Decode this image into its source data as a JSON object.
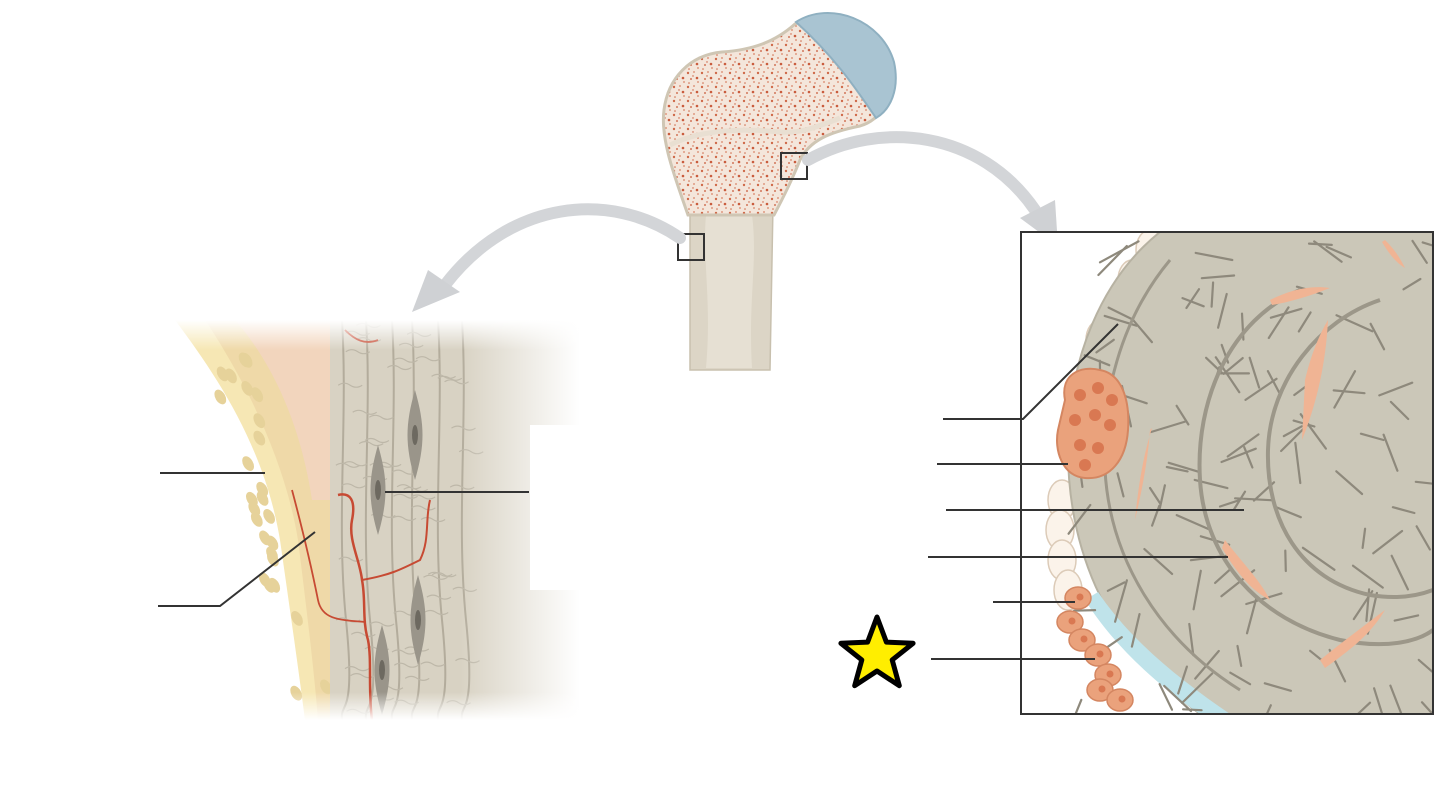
{
  "diagram": {
    "kind": "unlabeled-bone-histology",
    "colors": {
      "spongy_bone": "#f2e2d6",
      "marrow_speckle": "#cf6a4a",
      "articular_cartilage": "#a9c4d2",
      "compact_bone": "#dcd5c6",
      "periosteum": "#f5dfa0",
      "vessel": "#c74a33",
      "trabecula": "#c9c4b6",
      "osteoclast": "#e8a07a",
      "blue_membrane": "#bfe3ea",
      "leader_line": "#333333",
      "star_fill": "#ffee00",
      "star_stroke": "#000000"
    },
    "left_inset_label_lines": 3,
    "right_inset_label_lines": 6,
    "marker_icon": "star-icon"
  }
}
